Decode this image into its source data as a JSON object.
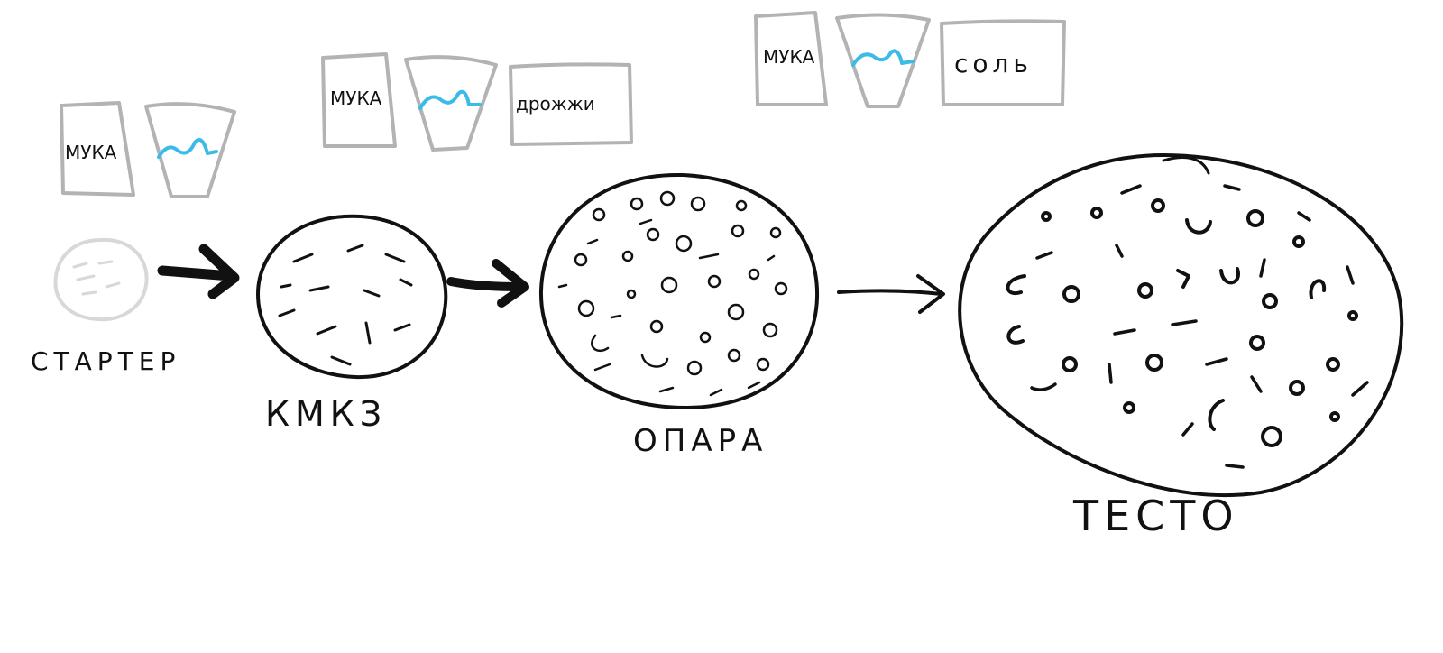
{
  "stages": [
    {
      "id": "starter",
      "label": "СТАРТЕР"
    },
    {
      "id": "kmkz",
      "label": "КМКЗ"
    },
    {
      "id": "opara",
      "label": "ОПАРА"
    },
    {
      "id": "testo",
      "label": "ТЕСТО"
    }
  ],
  "ingredients": {
    "group1": {
      "flour": "МУКА"
    },
    "group2": {
      "flour": "МУКА",
      "yeast": "дрожжи"
    },
    "group3": {
      "flour": "МУКА",
      "salt": "соль"
    }
  },
  "colors": {
    "ink": "#111111",
    "starter_ink": "#d8d8d8",
    "box": "#b3b3b3",
    "water": "#3bbbe8"
  },
  "icons": [
    "flour-bag-icon",
    "water-glass-icon",
    "yeast-box-icon",
    "salt-box-icon",
    "dough-ball-icon",
    "arrow-right-icon"
  ]
}
